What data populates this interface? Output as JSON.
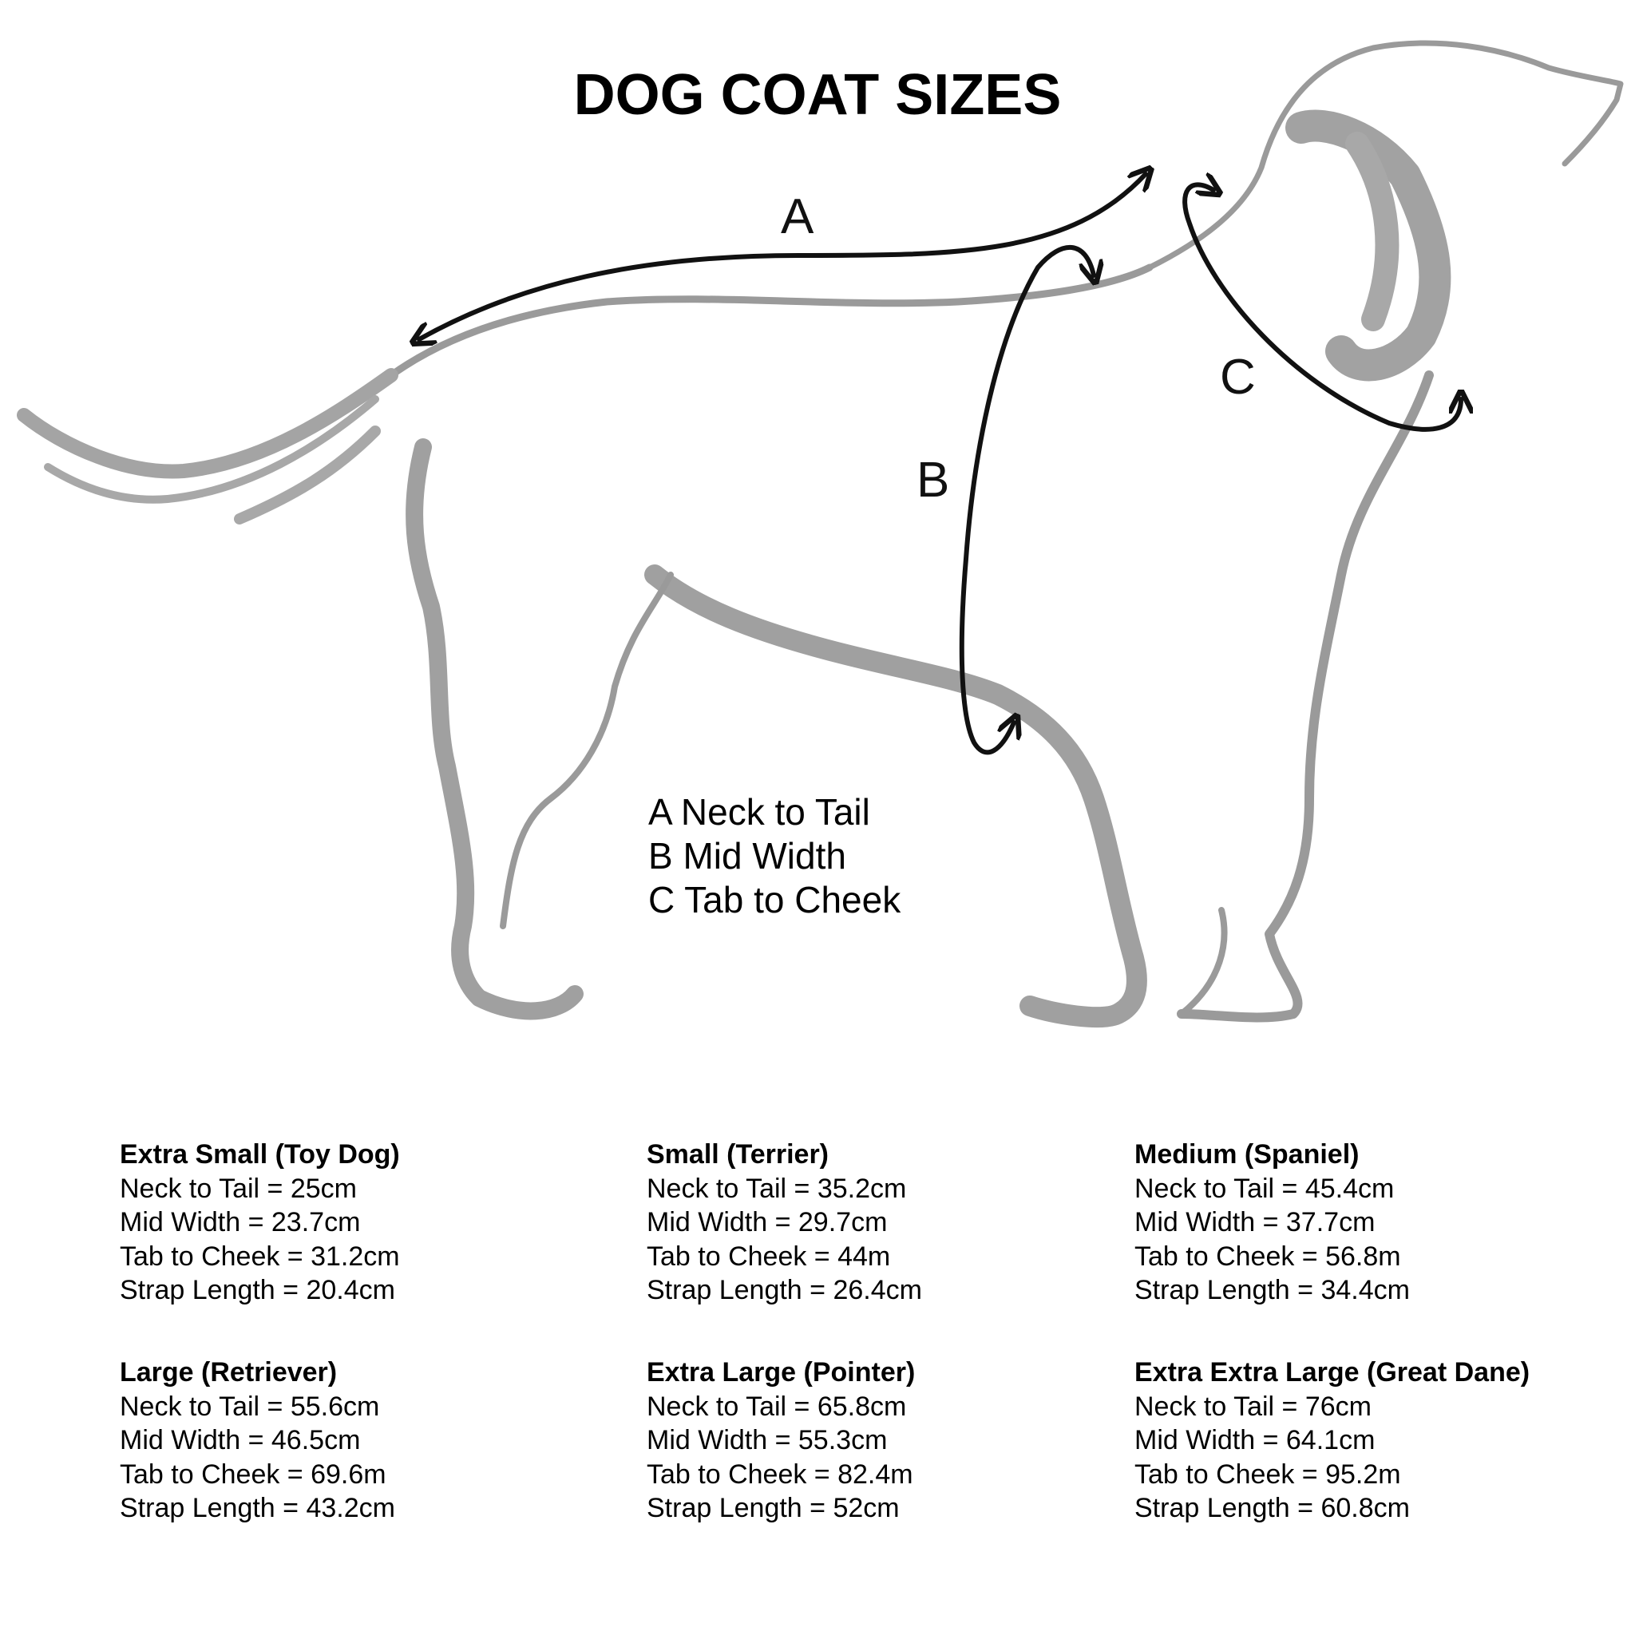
{
  "title": "DOG COAT SIZES",
  "diagram": {
    "labels": {
      "a": "A",
      "b": "B",
      "c": "C"
    },
    "colors": {
      "silhouette": "#9a9a9a",
      "arrows": "#111111",
      "text": "#000000",
      "background": "#ffffff"
    }
  },
  "legend": [
    "A Neck to Tail",
    "B Mid Width",
    "C Tab to Cheek"
  ],
  "sizes": [
    {
      "heading": "Extra Small (Toy Dog)",
      "neck_to_tail": "Neck to Tail = 25cm",
      "mid_width": "Mid Width = 23.7cm",
      "tab_to_cheek": "Tab to Cheek = 31.2cm",
      "strap_length": "Strap Length = 20.4cm"
    },
    {
      "heading": "Small (Terrier)",
      "neck_to_tail": "Neck to Tail = 35.2cm",
      "mid_width": "Mid Width = 29.7cm",
      "tab_to_cheek": "Tab to Cheek = 44m",
      "strap_length": "Strap Length = 26.4cm"
    },
    {
      "heading": "Medium (Spaniel)",
      "neck_to_tail": "Neck to Tail = 45.4cm",
      "mid_width": "Mid Width = 37.7cm",
      "tab_to_cheek": "Tab to Cheek = 56.8m",
      "strap_length": "Strap Length = 34.4cm"
    },
    {
      "heading": "Large (Retriever)",
      "neck_to_tail": "Neck to Tail = 55.6cm",
      "mid_width": "Mid Width = 46.5cm",
      "tab_to_cheek": "Tab to Cheek = 69.6m",
      "strap_length": "Strap Length = 43.2cm"
    },
    {
      "heading": "Extra Large (Pointer)",
      "neck_to_tail": "Neck to Tail = 65.8cm",
      "mid_width": "Mid Width = 55.3cm",
      "tab_to_cheek": "Tab to Cheek = 82.4m",
      "strap_length": "Strap Length = 52cm"
    },
    {
      "heading": "Extra Extra Large (Great Dane)",
      "neck_to_tail": "Neck to Tail = 76cm",
      "mid_width": "Mid Width = 64.1cm",
      "tab_to_cheek": "Tab to Cheek = 95.2m",
      "strap_length": "Strap Length = 60.8cm"
    }
  ]
}
